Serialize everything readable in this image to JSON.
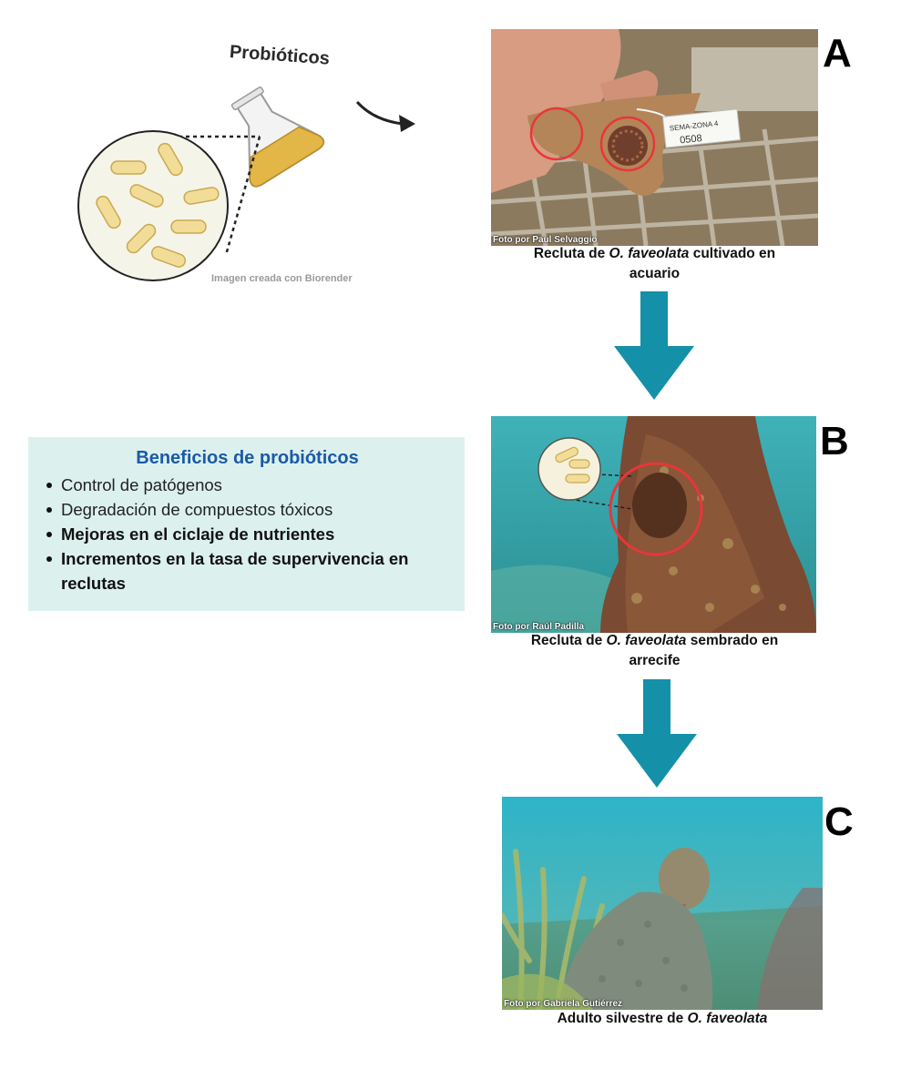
{
  "illustration": {
    "title": "Probióticos",
    "credit": "Imagen creada con Biorender"
  },
  "panels": [
    {
      "letter": "A",
      "credit": "Foto por Paul Selvaggio",
      "tag_text_1": "SEMA-ZONA 4",
      "tag_text_2": "0508",
      "caption_pre": "Recluta de ",
      "caption_species": "O. faveolata",
      "caption_post_line1": " cultivado en",
      "caption_line2": "acuario"
    },
    {
      "letter": "B",
      "credit": "Foto por Raúl Padilla",
      "caption_pre": "Recluta de ",
      "caption_species": "O. faveolata",
      "caption_post_line1": " sembrado en",
      "caption_line2": "arrecife"
    },
    {
      "letter": "C",
      "credit": "Foto por Gabriela Gutiérrez",
      "caption_pre": "Adulto silvestre de ",
      "caption_species": "O. faveolata"
    }
  ],
  "benefits": {
    "title": "Beneficios de probióticos",
    "items": [
      "Control de patógenos",
      "Degradación de compuestos tóxicos",
      "Mejoras en el ciclaje de nutrientes",
      "Incrementos en la tasa de supervivencia en reclutas"
    ]
  },
  "colors": {
    "arrow": "#1590a9",
    "highlight_circle": "#e8363a",
    "benefits_bg": "#dcf1ee",
    "benefits_title": "#1b5aa6"
  }
}
